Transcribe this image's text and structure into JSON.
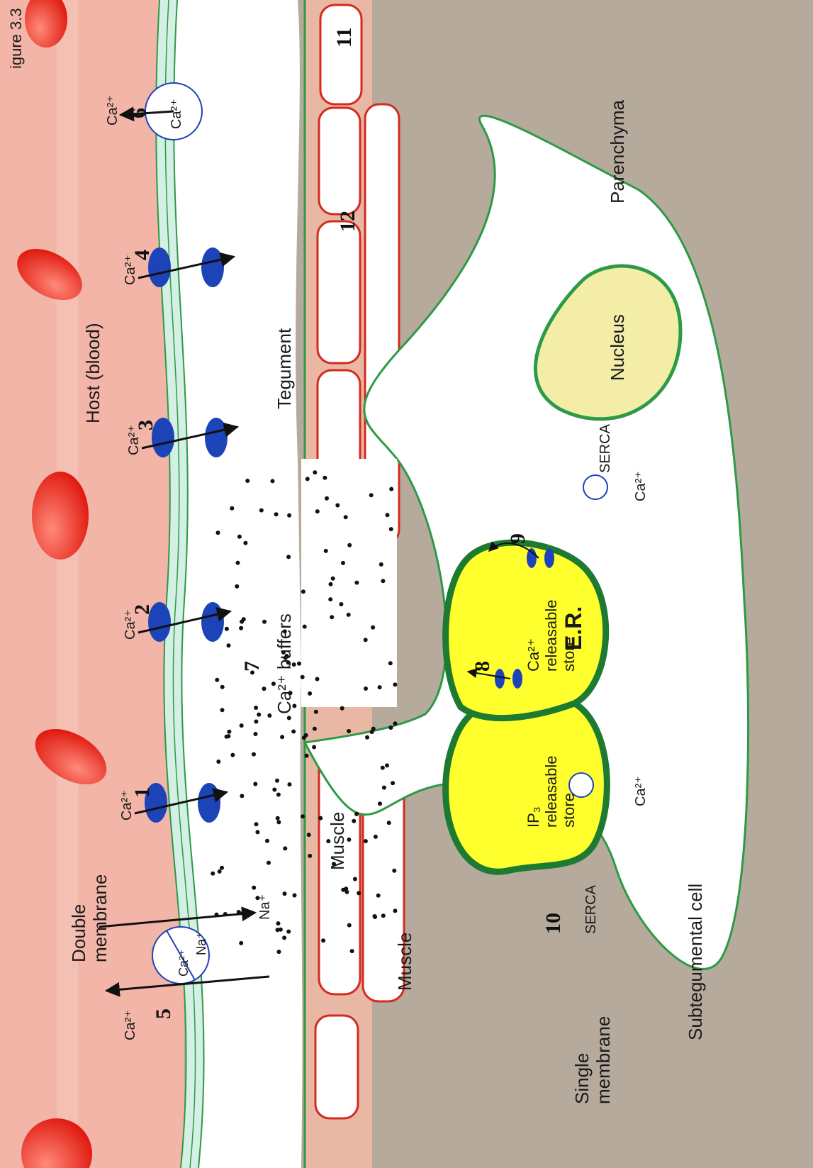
{
  "figure": {
    "caption_fragment": "igure 3.3",
    "labels": {
      "host": "Host (blood)",
      "tegument": "Tegument",
      "parenchyma": "Parenchyma",
      "double_membrane_line1": "Double",
      "double_membrane_line2": "membrane",
      "single_membrane_line1": "Single",
      "single_membrane_line2": "membrane",
      "subtegumental_cell": "Subtegumental cell",
      "muscle_upper": "Muscle",
      "muscle_lower": "Muscle",
      "nucleus": "Nucleus",
      "buffers": "Ca²⁺ buffers",
      "er": "E.R.",
      "ip3_store_line1": "IP₃",
      "ip3_store_line2": "releasable",
      "ip3_store_line3": "store",
      "ca_store_line1": "Ca²⁺",
      "ca_store_line2": "releasable",
      "ca_store_line3": "store",
      "serca_left": "SERCA",
      "serca_right": "SERCA",
      "ca_ion": "Ca²⁺",
      "na_ion": "Na⁺"
    },
    "numbers": [
      "1",
      "2",
      "3",
      "4",
      "5",
      "6",
      "7",
      "8",
      "9",
      "10",
      "11",
      "12"
    ],
    "colors": {
      "blood": "#f2b5a8",
      "tegument_bg": "#ffffff",
      "parenchyma": "#b5aa9c",
      "muscle_band": "#e8b8a5",
      "membrane": "#2d9a45",
      "channel": "#1c43b8",
      "er_fill": "#ffff2e",
      "er_border": "#1d7a31",
      "nucleus_fill": "#f3eda8",
      "rbc": "#e8251c"
    }
  }
}
